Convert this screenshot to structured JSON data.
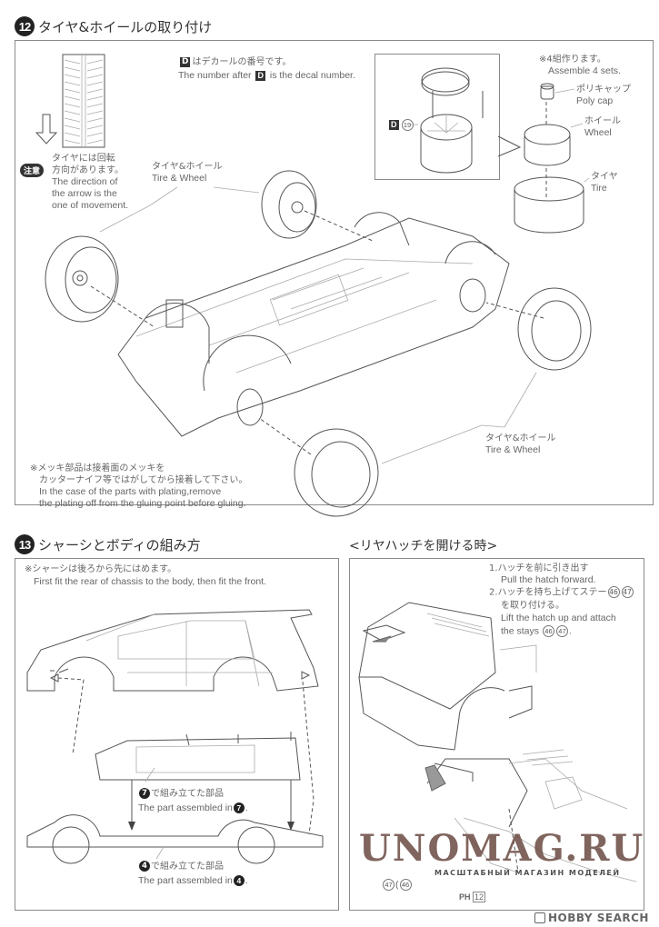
{
  "section12": {
    "number": "12",
    "title": "タイヤ&ホイールの取り付け",
    "decal_note_jp_suffix": "はデカールの番号です。",
    "decal_note_en_prefix": "The number after",
    "decal_note_en_suffix": "is the decal number.",
    "decal_letter": "D",
    "caution_badge": "注意",
    "caution_jp_1": "タイヤには回転",
    "caution_jp_2": "方向があります。",
    "caution_en_1": "The direction of",
    "caution_en_2": "the arrow is the",
    "caution_en_3": "one of movement.",
    "label_tire_wheel_jp": "タイヤ&ホイール",
    "label_tire_wheel_en": "Tire & Wheel",
    "assemble_jp": "※4組作ります。",
    "assemble_en": "Assemble 4 sets.",
    "decal_number": "19",
    "poly_cap_jp": "ポリキャップ",
    "poly_cap_en": "Poly cap",
    "wheel_jp": "ホイール",
    "wheel_en": "Wheel",
    "tire_jp": "タイヤ",
    "tire_en": "Tire",
    "plating_jp_1": "※メッキ部品は接着面のメッキを",
    "plating_jp_2": "カッターナイフ等ではがしてから接着して下さい。",
    "plating_en_1": "In the case of the parts with plating,remove",
    "plating_en_2": "the plating off from the gluing point before gluing."
  },
  "section13": {
    "number": "13",
    "title": "シャーシとボディの組み方",
    "note_jp": "※シャーシは後ろから先にはめます。",
    "note_en": "First fit the rear of chassis to the body, then fit the front.",
    "part7_jp": "で組み立てた部品",
    "part7_en": "The part assembled in",
    "part7_num": "7",
    "part4_jp": "で組み立てた部品",
    "part4_en": "The part assembled in",
    "part4_num": "4",
    "period": "."
  },
  "rear_hatch": {
    "title": "<リヤハッチを開ける時>",
    "step1_jp": "1.ハッチを前に引き出す",
    "step1_en": "Pull the hatch forward.",
    "step2_jp_prefix": "2.ハッチを持ち上げてステー",
    "step2_jp_2": "を取り付ける。",
    "step2_en_1": "Lift the hatch up and attach",
    "step2_en_2": "the stays",
    "stay_a": "46",
    "stay_b": "47",
    "period": ".",
    "paren_open": "(",
    "ph_label": "PH",
    "ph_num": "12"
  },
  "watermarks": {
    "unomag": "UNOMAG.RU",
    "unomag_sub": "МАСШТАБНЫЙ МАГАЗИН МОДЕЛЕЙ",
    "hobby_search": "HOBBY SEARCH"
  },
  "colors": {
    "line": "#555555",
    "panel_border": "#8a8a8a",
    "watermark": "#6b4a42"
  }
}
